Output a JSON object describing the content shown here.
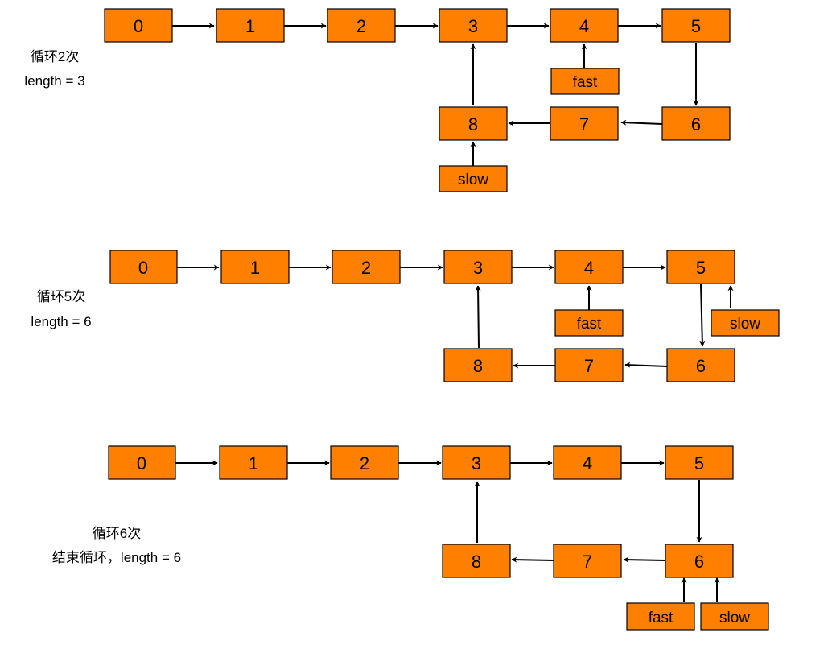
{
  "node_color": "#FF7F00",
  "pointer_fast": "fast",
  "pointer_slow": "slow",
  "panels": [
    {
      "caption_lines": [
        "循环2次",
        "length = 3"
      ],
      "nodes": [
        "0",
        "1",
        "2",
        "3",
        "4",
        "5",
        "6",
        "7",
        "8"
      ],
      "fast_at": "4",
      "slow_at": "8"
    },
    {
      "caption_lines": [
        "循环5次",
        "length = 6"
      ],
      "nodes": [
        "0",
        "1",
        "2",
        "3",
        "4",
        "5",
        "6",
        "7",
        "8"
      ],
      "fast_at": "4",
      "slow_at": "5"
    },
    {
      "caption_lines": [
        "循环6次",
        "结束循环，length = 6"
      ],
      "nodes": [
        "0",
        "1",
        "2",
        "3",
        "4",
        "5",
        "6",
        "7",
        "8"
      ],
      "fast_at": "6",
      "slow_at": "6"
    }
  ]
}
